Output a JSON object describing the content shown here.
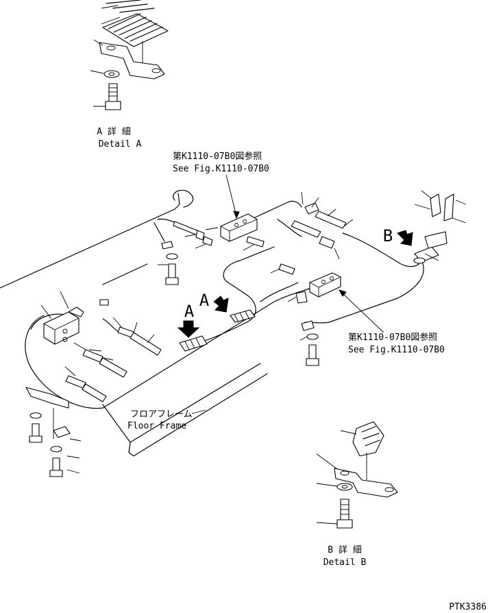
{
  "detail_a": {
    "title": "A 詳 細",
    "subtitle": "Detail A"
  },
  "detail_b": {
    "title": "B 詳 細",
    "subtitle": "Detail B"
  },
  "ref_top": {
    "jp": "第K1110-07B0図参照",
    "en": "See Fig.K1110-07B0"
  },
  "ref_right": {
    "jp": "第K1110-07B0図参照",
    "en": "See Fig.K1110-07B0"
  },
  "floor_frame": {
    "jp": "フロアフレーム",
    "en": "Floor Frame"
  },
  "view_markers": {
    "a": "A",
    "b": "B"
  },
  "drawing_code": "PTK3386"
}
